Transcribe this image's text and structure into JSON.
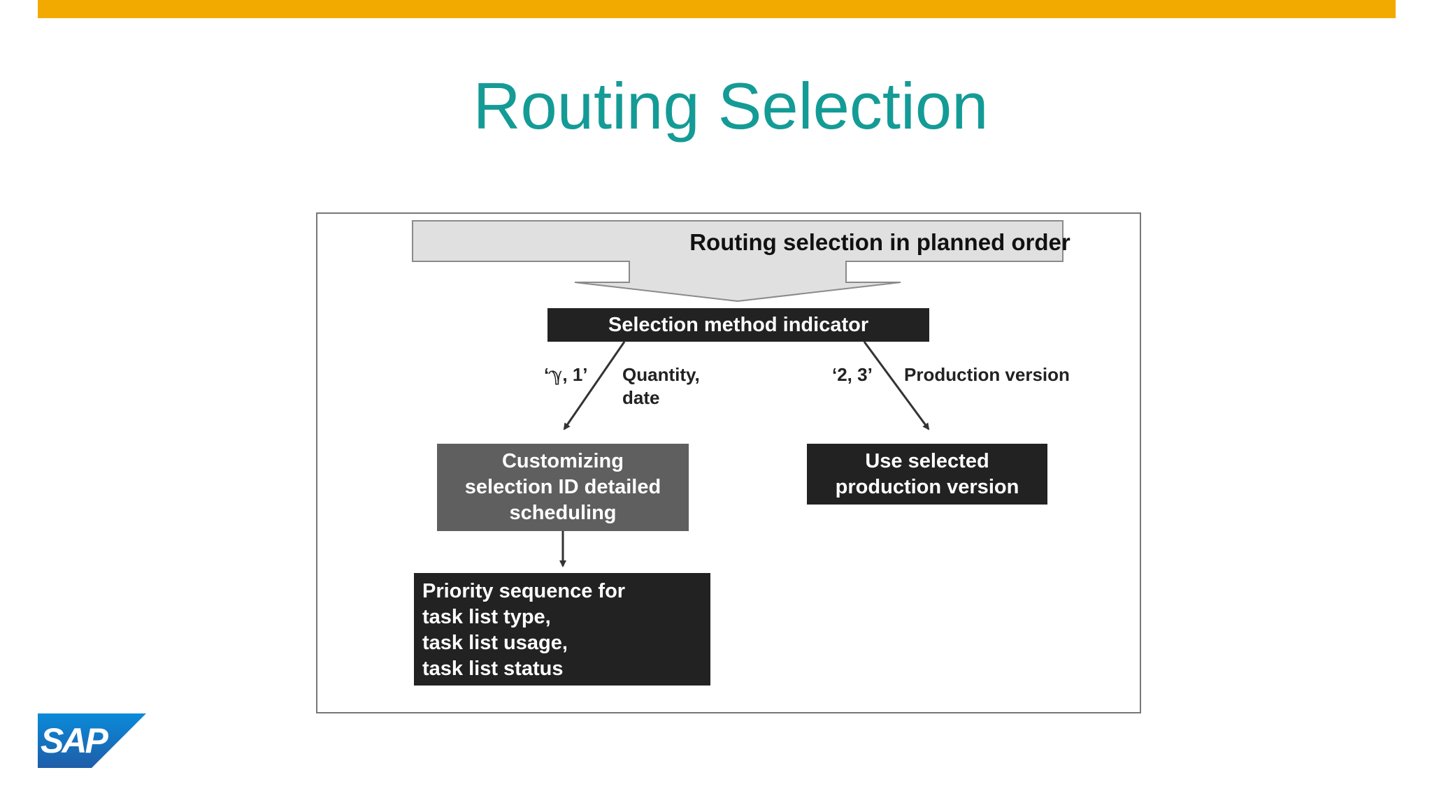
{
  "slide": {
    "title": "Routing Selection"
  },
  "diagram": {
    "header": "Routing selection in planned order",
    "method_indicator": "Selection method indicator",
    "left_edge": {
      "code": "‘ℽ, 1’",
      "criteria": "Quantity,\ndate"
    },
    "right_edge": {
      "code": "‘2, 3’",
      "criteria": "Production version"
    },
    "customizing_box": "Customizing\nselection ID detailed\nscheduling",
    "production_box": "Use selected\nproduction version",
    "priority_box": "Priority sequence for\ntask list type,\ntask list usage,\ntask list status"
  },
  "logo": {
    "text": "SAP",
    "colors": {
      "blue_top": "#0a8bd9",
      "blue_bottom": "#1f5da8",
      "letters": "#ffffff"
    }
  },
  "colors": {
    "accent_bar": "#f2aa00",
    "title": "#149b96",
    "dark_box": "#222222",
    "gray_box": "#5f5f5f",
    "header_fill": "#e0e0e0"
  }
}
